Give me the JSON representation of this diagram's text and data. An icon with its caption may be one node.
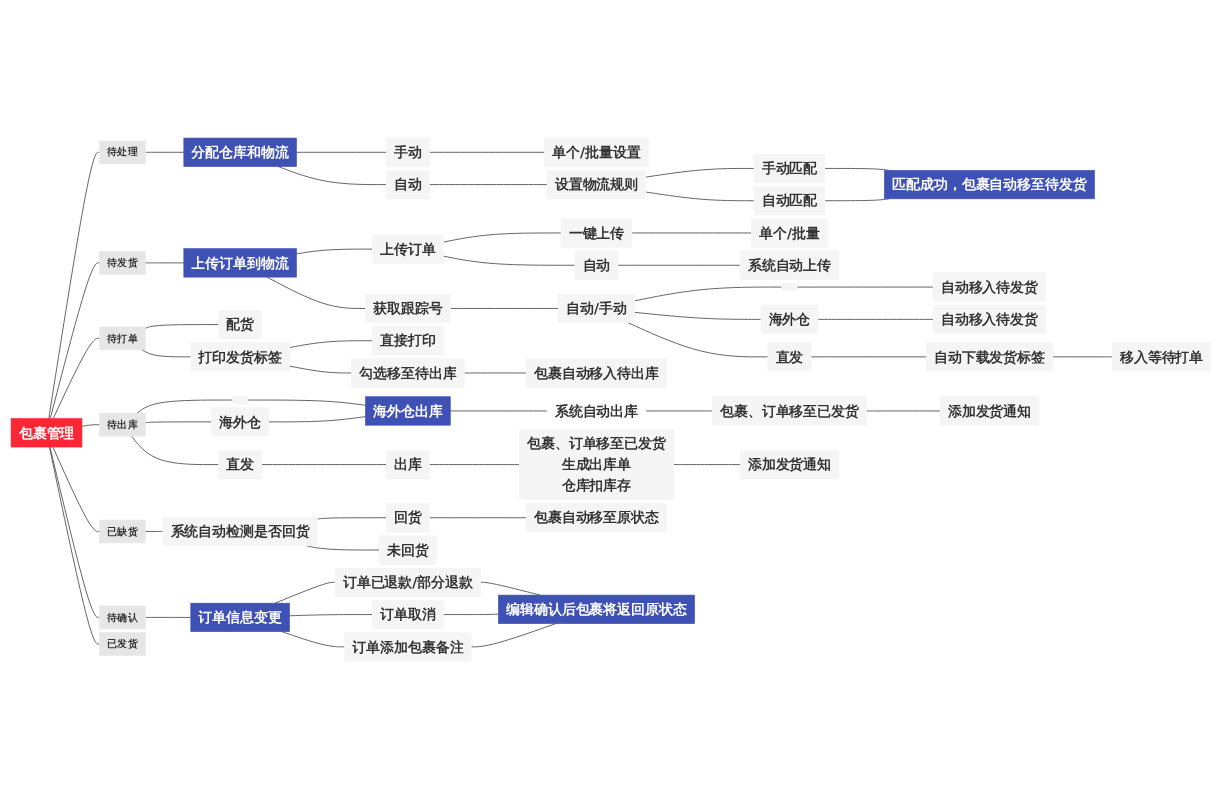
{
  "diagram": {
    "nodes": [
      {
        "text": [
          "包裹管理"
        ]
      },
      {
        "text": [
          "待处理"
        ]
      },
      {
        "text": [
          "分配仓库和物流"
        ]
      },
      {
        "text": [
          "手动"
        ]
      },
      {
        "text": [
          "单个/批量设置"
        ]
      },
      {
        "text": [
          "自动"
        ]
      },
      {
        "text": [
          "设置物流规则"
        ]
      },
      {
        "text": [
          "手动匹配"
        ]
      },
      {
        "text": [
          "自动匹配"
        ]
      },
      {
        "text": [
          "匹配成功，包裹自动移至待发货"
        ]
      },
      {
        "text": [
          "待发货"
        ]
      },
      {
        "text": [
          "上传订单到物流"
        ]
      },
      {
        "text": [
          "上传订单"
        ]
      },
      {
        "text": [
          "一键上传"
        ]
      },
      {
        "text": [
          "单个/批量"
        ]
      },
      {
        "text": [
          "自动"
        ]
      },
      {
        "text": [
          "系统自动上传"
        ]
      },
      {
        "text": [
          "获取跟踪号"
        ]
      },
      {
        "text": [
          "自动/手动"
        ]
      },
      {
        "text": [],
        "shape": "box"
      },
      {
        "text": [
          "自动移入待发货"
        ]
      },
      {
        "text": [
          "海外仓"
        ]
      },
      {
        "text": [
          "自动移入待发货"
        ]
      },
      {
        "text": [
          "直发"
        ]
      },
      {
        "text": [
          "自动下载发货标签"
        ]
      },
      {
        "text": [
          "移入等待打单"
        ]
      },
      {
        "text": [
          "待打单"
        ]
      },
      {
        "text": [
          "配货"
        ]
      },
      {
        "text": [
          "打印发货标签"
        ]
      },
      {
        "text": [
          "直接打印"
        ]
      },
      {
        "text": [
          "勾选移至待出库"
        ]
      },
      {
        "text": [
          "包裹自动移入待出库"
        ]
      },
      {
        "text": [
          "待出库"
        ]
      },
      {
        "text": [],
        "shape": "box"
      },
      {
        "text": [
          "海外仓"
        ]
      },
      {
        "text": [
          "海外仓出库"
        ]
      },
      {
        "text": [
          "系统自动出库"
        ]
      },
      {
        "text": [
          "包裹、订单移至已发货"
        ]
      },
      {
        "text": [
          "添加发货通知"
        ]
      },
      {
        "text": [
          "直发"
        ]
      },
      {
        "text": [
          "出库"
        ]
      },
      {
        "text": [
          "包裹、订单移至已发货",
          "生成出库单",
          "仓库扣库存"
        ]
      },
      {
        "text": [
          "添加发货通知"
        ]
      },
      {
        "text": [
          "已缺货"
        ]
      },
      {
        "text": [
          "系统自动检测是否回货"
        ]
      },
      {
        "text": [
          "回货"
        ]
      },
      {
        "text": [
          "包裹自动移至原状态"
        ]
      },
      {
        "text": [
          "未回货"
        ]
      },
      {
        "text": [
          "待确认"
        ]
      },
      {
        "text": [
          "订单信息变更"
        ]
      },
      {
        "text": [
          "订单已退款/部分退款"
        ]
      },
      {
        "text": [
          "订单取消"
        ]
      },
      {
        "text": [
          "订单添加包裹备注"
        ]
      },
      {
        "text": [
          "编辑确认后包裹将返回原状态"
        ]
      },
      {
        "text": [
          "已发货"
        ]
      }
    ],
    "edges": [
      {
        "from": 0,
        "to": 1,
        "arrow": "none"
      },
      {
        "from": 1,
        "to": 2,
        "arrow": "none"
      },
      {
        "from": 2,
        "to": 3,
        "arrow": "none"
      },
      {
        "from": 3,
        "to": 4,
        "arrow": "none"
      },
      {
        "from": 2,
        "to": 5,
        "arrow": "none"
      },
      {
        "from": 5,
        "to": 6,
        "arrow": "none"
      },
      {
        "from": 6,
        "to": 7,
        "arrow": "none"
      },
      {
        "from": 6,
        "to": 8,
        "arrow": "none"
      },
      {
        "from": 7,
        "to": 9,
        "arrow": "none"
      },
      {
        "from": 8,
        "to": 9,
        "arrow": "none"
      },
      {
        "from": 0,
        "to": 10,
        "arrow": "none"
      },
      {
        "from": 10,
        "to": 11,
        "arrow": "none"
      },
      {
        "from": 11,
        "to": 12,
        "arrow": "none"
      },
      {
        "from": 12,
        "to": 13,
        "arrow": "none"
      },
      {
        "from": 13,
        "to": 14,
        "arrow": "none"
      },
      {
        "from": 12,
        "to": 15,
        "arrow": "none"
      },
      {
        "from": 15,
        "to": 16,
        "arrow": "none"
      },
      {
        "from": 11,
        "to": 17,
        "arrow": "none"
      },
      {
        "from": 17,
        "to": 18,
        "arrow": "none"
      },
      {
        "from": 18,
        "to": 19,
        "arrow": "none"
      },
      {
        "from": 19,
        "to": 20,
        "arrow": "none"
      },
      {
        "from": 18,
        "to": 21,
        "arrow": "none"
      },
      {
        "from": 21,
        "to": 22,
        "arrow": "none"
      },
      {
        "from": 18,
        "to": 23,
        "arrow": "none"
      },
      {
        "from": 23,
        "to": 24,
        "arrow": "none"
      },
      {
        "from": 24,
        "to": 25,
        "arrow": "none"
      },
      {
        "from": 0,
        "to": 26,
        "arrow": "none"
      },
      {
        "from": 26,
        "to": 27,
        "arrow": "none"
      },
      {
        "from": 26,
        "to": 28,
        "arrow": "none"
      },
      {
        "from": 28,
        "to": 29,
        "arrow": "none"
      },
      {
        "from": 28,
        "to": 30,
        "arrow": "none"
      },
      {
        "from": 30,
        "to": 31,
        "arrow": "none"
      },
      {
        "from": 0,
        "to": 32,
        "arrow": "none"
      },
      {
        "from": 32,
        "to": 33,
        "arrow": "none"
      },
      {
        "from": 32,
        "to": 34,
        "arrow": "none"
      },
      {
        "from": 33,
        "to": 35,
        "arrow": "none"
      },
      {
        "from": 34,
        "to": 35,
        "arrow": "none"
      },
      {
        "from": 35,
        "to": 36,
        "arrow": "none"
      },
      {
        "from": 36,
        "to": 37,
        "arrow": "none"
      },
      {
        "from": 37,
        "to": 38,
        "arrow": "none"
      },
      {
        "from": 32,
        "to": 39,
        "arrow": "none"
      },
      {
        "from": 39,
        "to": 40,
        "arrow": "none"
      },
      {
        "from": 40,
        "to": 41,
        "arrow": "none"
      },
      {
        "from": 41,
        "to": 42,
        "arrow": "none"
      },
      {
        "from": 0,
        "to": 43,
        "arrow": "none"
      },
      {
        "from": 43,
        "to": 44,
        "arrow": "none"
      },
      {
        "from": 44,
        "to": 45,
        "arrow": "none"
      },
      {
        "from": 45,
        "to": 46,
        "arrow": "none"
      },
      {
        "from": 44,
        "to": 47,
        "arrow": "none"
      },
      {
        "from": 0,
        "to": 48,
        "arrow": "none"
      },
      {
        "from": 48,
        "to": 49,
        "arrow": "none"
      },
      {
        "from": 49,
        "to": 50,
        "arrow": "none"
      },
      {
        "from": 49,
        "to": 51,
        "arrow": "none"
      },
      {
        "from": 49,
        "to": 52,
        "arrow": "none"
      },
      {
        "from": 50,
        "to": 53,
        "arrow": "none"
      },
      {
        "from": 51,
        "to": 53,
        "arrow": "none"
      },
      {
        "from": 52,
        "to": 53,
        "arrow": "none"
      },
      {
        "from": 0,
        "to": 54,
        "arrow": "none"
      }
    ]
  }
}
